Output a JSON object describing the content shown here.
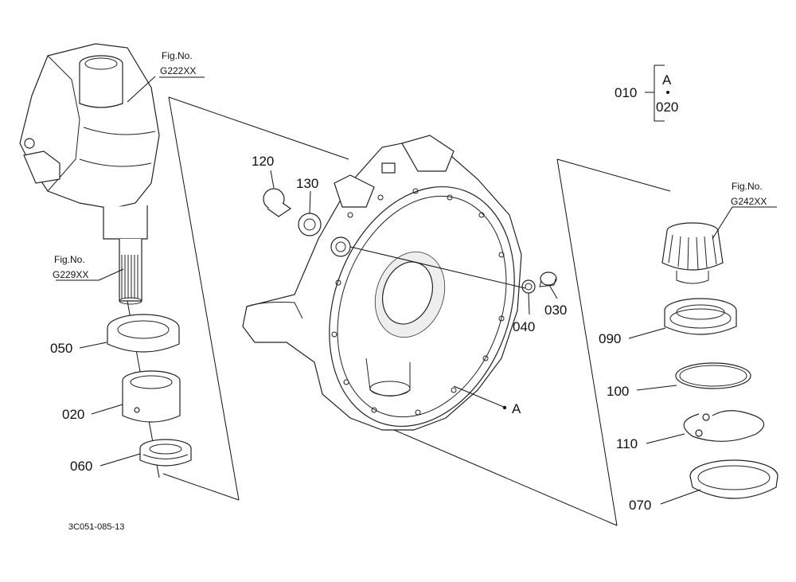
{
  "diagram": {
    "drawing_code": "3C051-085-13",
    "callouts": {
      "p010": "010",
      "p020_grp": "020",
      "grp_a": "A",
      "p120": "120",
      "p130": "130",
      "p040": "040",
      "p030": "030",
      "p050": "050",
      "p020": "020",
      "p060": "060",
      "p090": "090",
      "p100": "100",
      "p110": "110",
      "p070": "070",
      "a_ref": "A"
    },
    "fig_refs": {
      "fig1_label": "Fig.No.",
      "fig1_code": "G222XX",
      "fig2_label": "Fig.No.",
      "fig2_code": "G229XX",
      "fig3_label": "Fig.No.",
      "fig3_code": "G242XX"
    }
  }
}
